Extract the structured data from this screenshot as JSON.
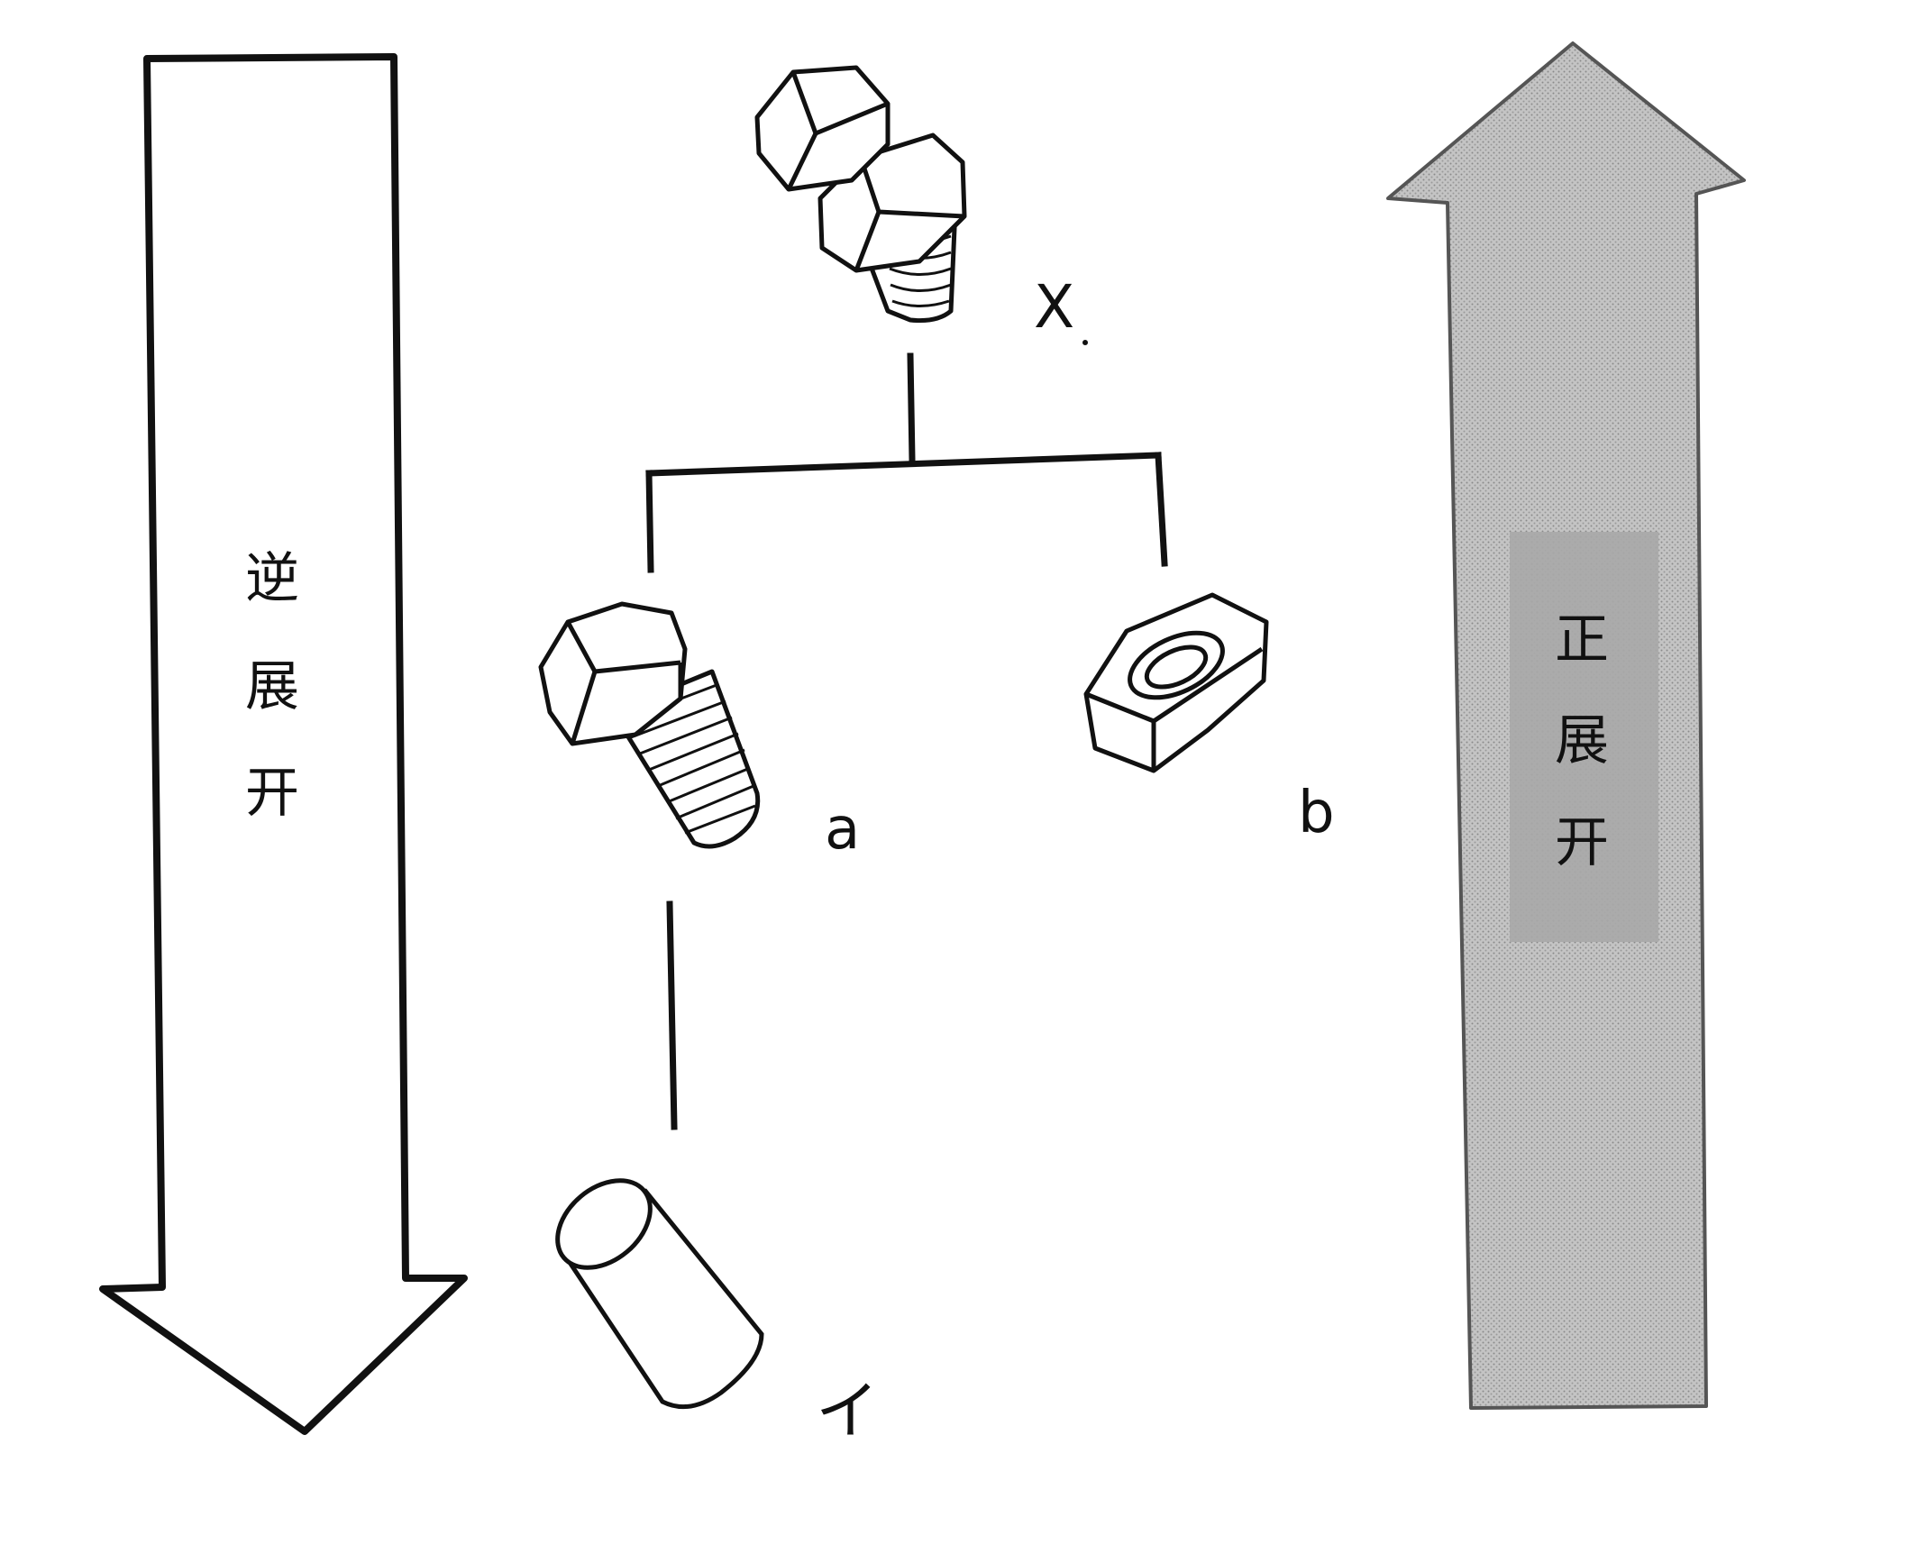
{
  "diagram": {
    "reverse_arrow": {
      "chars": [
        "逆",
        "展",
        "开"
      ]
    },
    "forward_arrow": {
      "chars": [
        "正",
        "展",
        "开"
      ]
    },
    "labels": {
      "assembly": "X",
      "bolt": "a",
      "nut": "b",
      "part": "イ"
    },
    "colors": {
      "line": "#111111",
      "forward_fill": "#bdbdbd",
      "forward_label_bg": "#a8a8a8"
    }
  }
}
